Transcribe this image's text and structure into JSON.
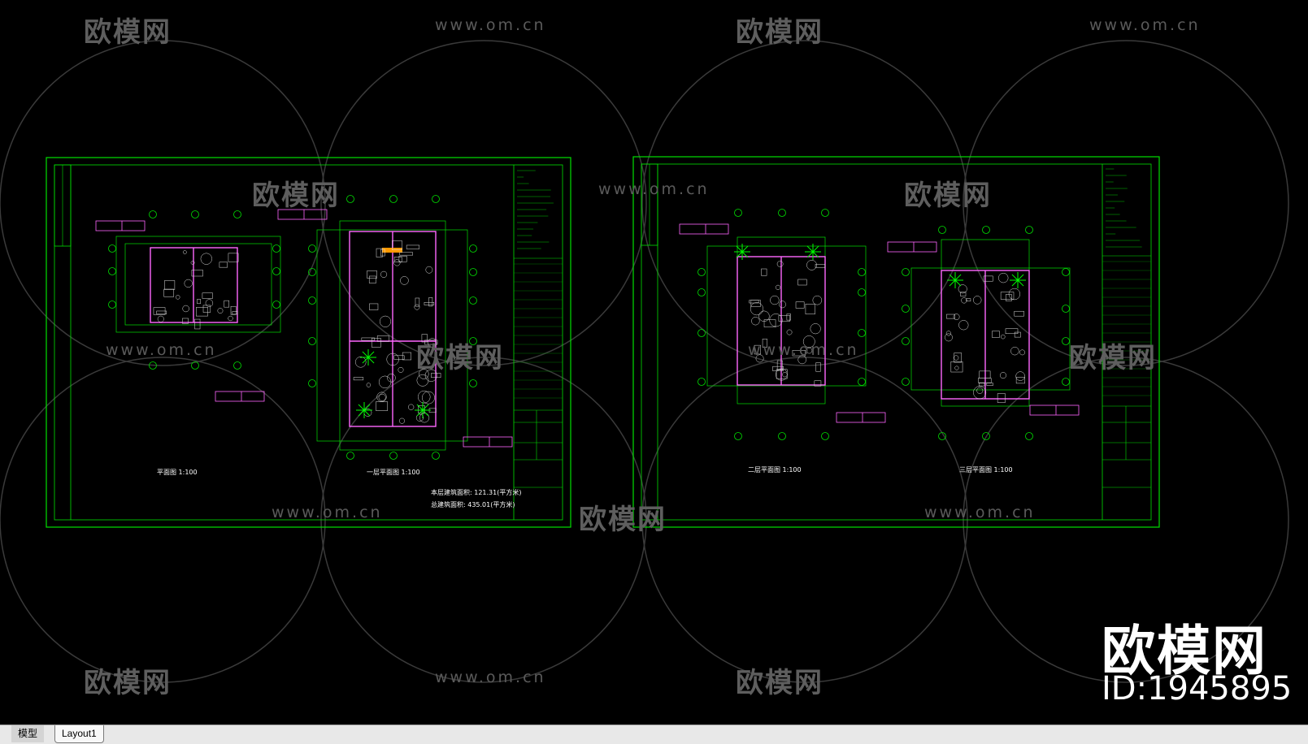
{
  "watermark": {
    "logo_text": "欧模网",
    "url_text": "www.om.cn",
    "big_logo": "欧模网",
    "id_text": "ID:1945895"
  },
  "sheets": [
    {
      "plan_labels": [
        "平面图 1:100",
        "一层平面图 1:100"
      ],
      "note_lines": [
        "本层建筑面积: 121.31(平方米)",
        "总建筑面积: 435.01(平方米)"
      ]
    },
    {
      "plan_labels": [
        "二层平面图 1:100",
        "三层平面图 1:100"
      ],
      "note_lines": []
    }
  ],
  "tabs": {
    "model_label": "模型",
    "layout_label": "Layout1"
  },
  "colors": {
    "background": "#000000",
    "frame": "#00ff00",
    "wall": "#ff66ff",
    "dimension": "#00ff00",
    "watermark": "#5e5e5e"
  }
}
